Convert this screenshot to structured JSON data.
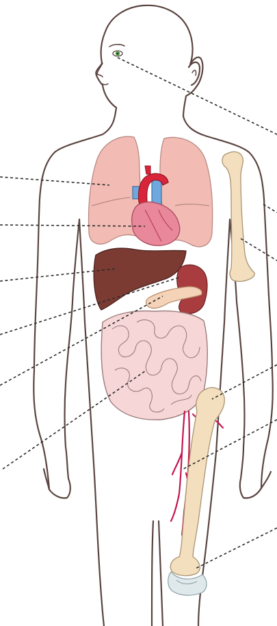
{
  "diagram": {
    "type": "anatomy-illustration",
    "subject": "human-body-organs",
    "labels": [],
    "parts": [
      {
        "name": "eye",
        "color": "#4f9d4a"
      },
      {
        "name": "lungs",
        "color": "#f2bcb4"
      },
      {
        "name": "heart",
        "color": "#e9889a"
      },
      {
        "name": "aorta",
        "color": "#d9253a"
      },
      {
        "name": "vena-cava",
        "color": "#6fa8de"
      },
      {
        "name": "liver",
        "color": "#7b3b33"
      },
      {
        "name": "kidney",
        "color": "#a83c3f"
      },
      {
        "name": "pancreas",
        "color": "#f4d3b8"
      },
      {
        "name": "intestines",
        "color": "#f6d6d6"
      },
      {
        "name": "humerus",
        "color": "#f3dfbd"
      },
      {
        "name": "femur",
        "color": "#f3dfbd"
      },
      {
        "name": "blood-vessels",
        "color": "#c2164f"
      },
      {
        "name": "knee-cartilage",
        "color": "#dfe8ea"
      }
    ],
    "colors": {
      "outline": "#5a4440",
      "leader_line": "#2b2b2b",
      "background": "#ffffff"
    }
  }
}
